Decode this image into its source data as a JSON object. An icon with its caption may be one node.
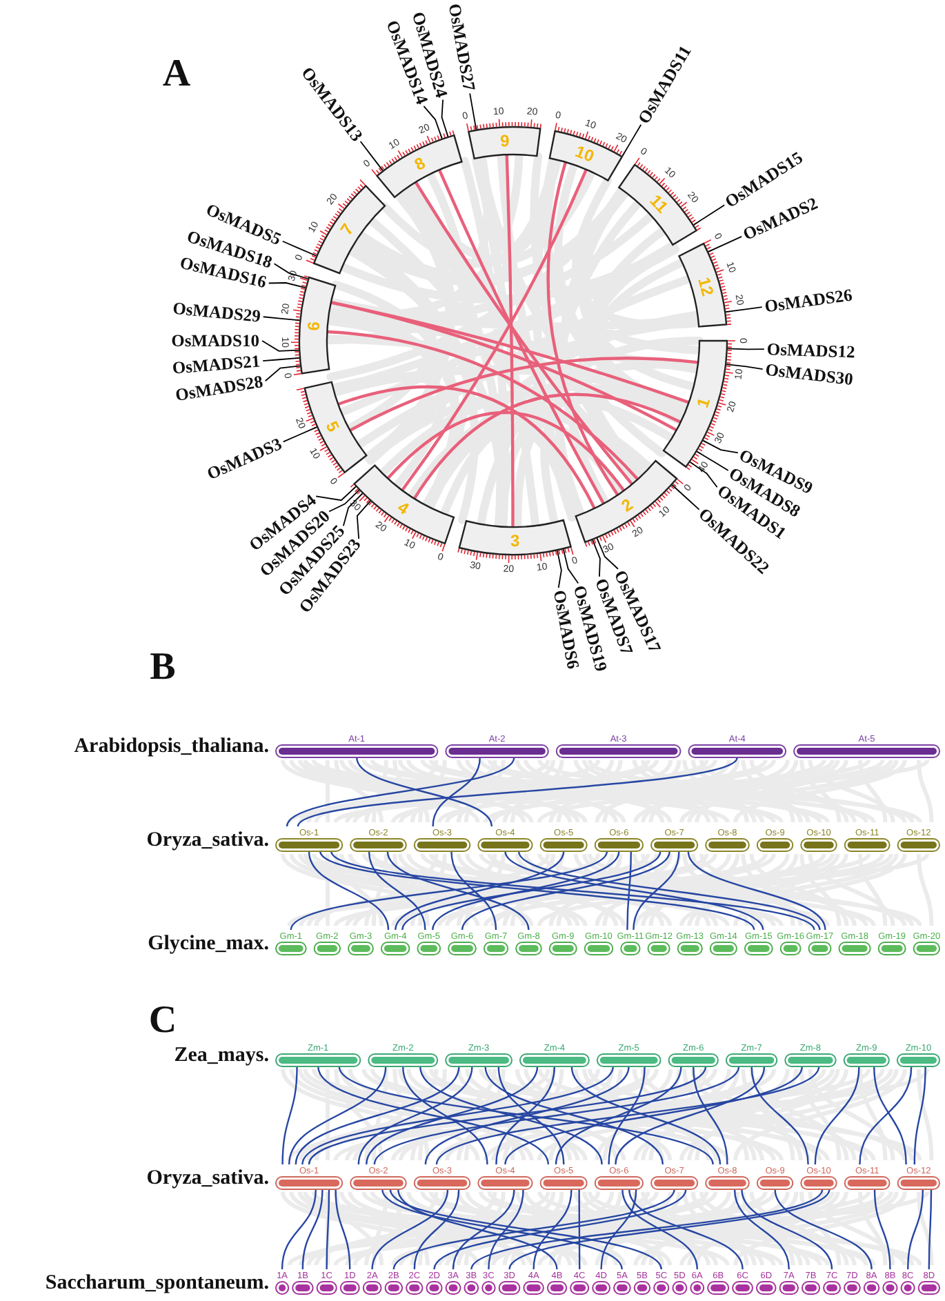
{
  "diagram": {
    "nodes": [
      {
        "text": [
          "1"
        ],
        "beside": [
          "0",
          "10",
          "20",
          "30",
          "40"
        ]
      },
      {
        "text": [
          "2"
        ],
        "beside": [
          "0",
          "10",
          "20",
          "30"
        ]
      },
      {
        "text": [
          "3"
        ],
        "beside": [
          "0",
          "10",
          "20",
          "30"
        ]
      },
      {
        "text": [
          "4"
        ],
        "beside": [
          "0",
          "10",
          "20",
          "30"
        ]
      },
      {
        "text": [
          "5"
        ],
        "beside": [
          "0",
          "10",
          "20"
        ]
      },
      {
        "text": [
          "6"
        ],
        "beside": [
          "0",
          "10",
          "20",
          "30"
        ]
      },
      {
        "text": [
          "7"
        ],
        "beside": [
          "0",
          "10",
          "20"
        ]
      },
      {
        "text": [
          "8"
        ],
        "beside": [
          "0",
          "10",
          "20"
        ]
      },
      {
        "text": [
          "9"
        ],
        "beside": [
          "0",
          "10",
          "20"
        ]
      },
      {
        "text": [
          "10"
        ],
        "beside": [
          "0",
          "10",
          "20"
        ]
      },
      {
        "text": [
          "11"
        ],
        "beside": [
          "0",
          "10",
          "20"
        ]
      },
      {
        "text": [
          "12"
        ],
        "beside": [
          "0",
          "10",
          "20"
        ]
      },
      {
        "text": [
          "OsMADS27"
        ]
      },
      {
        "text": [
          "OsMADS24"
        ]
      },
      {
        "text": [
          "OsMADS14"
        ]
      },
      {
        "text": [
          "OsMADS11"
        ]
      },
      {
        "text": [
          "OsMADS13"
        ]
      },
      {
        "text": [
          "OsMADS15"
        ]
      },
      {
        "text": [
          "OsMADS2"
        ]
      },
      {
        "text": [
          "OsMADS26"
        ]
      },
      {
        "text": [
          "OsMADS5"
        ]
      },
      {
        "text": [
          "OsMADS18"
        ]
      },
      {
        "text": [
          "OsMADS16"
        ]
      },
      {
        "text": [
          "OsMADS29"
        ]
      },
      {
        "text": [
          "OsMADS12"
        ]
      },
      {
        "text": [
          "OsMADS10"
        ]
      },
      {
        "text": [
          "OsMADS30"
        ]
      },
      {
        "text": [
          "OsMADS21"
        ]
      },
      {
        "text": [
          "OsMADS28"
        ]
      },
      {
        "text": [
          "OsMADS3"
        ]
      },
      {
        "text": [
          "OsMADS9"
        ]
      },
      {
        "text": [
          "OsMADS8"
        ]
      },
      {
        "text": [
          "OsMADS1"
        ]
      },
      {
        "text": [
          "OsMADS22"
        ]
      },
      {
        "text": [
          "OsMADS4"
        ]
      },
      {
        "text": [
          "OsMADS20"
        ]
      },
      {
        "text": [
          "OsMADS25"
        ]
      },
      {
        "text": [
          "OsMADS23"
        ]
      },
      {
        "text": [
          "OsMADS7"
        ]
      },
      {
        "text": [
          "OsMADS17"
        ]
      },
      {
        "text": [
          "OsMADS19"
        ]
      },
      {
        "text": [
          "OsMADS6"
        ]
      },
      {
        "text": [
          "At-1"
        ]
      },
      {
        "text": [
          "At-2"
        ]
      },
      {
        "text": [
          "At-3"
        ]
      },
      {
        "text": [
          "At-4"
        ]
      },
      {
        "text": [
          "At-5"
        ]
      },
      {
        "text": [
          "Os-1"
        ]
      },
      {
        "text": [
          "Os-2"
        ]
      },
      {
        "text": [
          "Os-3"
        ]
      },
      {
        "text": [
          "Os-4"
        ]
      },
      {
        "text": [
          "Os-5"
        ]
      },
      {
        "text": [
          "Os-6"
        ]
      },
      {
        "text": [
          "Os-7"
        ]
      },
      {
        "text": [
          "Os-8"
        ]
      },
      {
        "text": [
          "Os-9"
        ]
      },
      {
        "text": [
          "Os-10"
        ]
      },
      {
        "text": [
          "Os-11"
        ]
      },
      {
        "text": [
          "Os-12"
        ]
      },
      {
        "text": [
          "Gm-1"
        ]
      },
      {
        "text": [
          "Gm-2"
        ]
      },
      {
        "text": [
          "Gm-3"
        ]
      },
      {
        "text": [
          "Gm-4"
        ]
      },
      {
        "text": [
          "Gm-5"
        ]
      },
      {
        "text": [
          "Gm-6"
        ]
      },
      {
        "text": [
          "Gm-7"
        ]
      },
      {
        "text": [
          "Gm-8"
        ]
      },
      {
        "text": [
          "Gm-9"
        ]
      },
      {
        "text": [
          "Gm-10"
        ]
      },
      {
        "text": [
          "Gm-11"
        ]
      },
      {
        "text": [
          "Gm-12"
        ]
      },
      {
        "text": [
          "Gm-13"
        ]
      },
      {
        "text": [
          "Gm-14"
        ]
      },
      {
        "text": [
          "Gm-15"
        ]
      },
      {
        "text": [
          "Gm-16"
        ]
      },
      {
        "text": [
          "Gm-17"
        ]
      },
      {
        "text": [
          "Gm-18"
        ]
      },
      {
        "text": [
          "Gm-19"
        ]
      },
      {
        "text": [
          "Gm-20"
        ]
      },
      {
        "text": [
          "Zm-1"
        ]
      },
      {
        "text": [
          "Zm-2"
        ]
      },
      {
        "text": [
          "Zm-3"
        ]
      },
      {
        "text": [
          "Zm-4"
        ]
      },
      {
        "text": [
          "Zm-5"
        ]
      },
      {
        "text": [
          "Zm-6"
        ]
      },
      {
        "text": [
          "Zm-7"
        ]
      },
      {
        "text": [
          "Zm-8"
        ]
      },
      {
        "text": [
          "Zm-9"
        ]
      },
      {
        "text": [
          "Zm-10"
        ]
      },
      {
        "text": [
          "Os-1"
        ]
      },
      {
        "text": [
          "Os-2"
        ]
      },
      {
        "text": [
          "Os-3"
        ]
      },
      {
        "text": [
          "Os-4"
        ]
      },
      {
        "text": [
          "Os-5"
        ]
      },
      {
        "text": [
          "Os-6"
        ]
      },
      {
        "text": [
          "Os-7"
        ]
      },
      {
        "text": [
          "Os-8"
        ]
      },
      {
        "text": [
          "Os-9"
        ]
      },
      {
        "text": [
          "Os-10"
        ]
      },
      {
        "text": [
          "Os-11"
        ]
      },
      {
        "text": [
          "Os-12"
        ]
      },
      {
        "text": [
          "1A"
        ]
      },
      {
        "text": [
          "1B"
        ]
      },
      {
        "text": [
          "1C"
        ]
      },
      {
        "text": [
          "1D"
        ]
      },
      {
        "text": [
          "2A"
        ]
      },
      {
        "text": [
          "2B"
        ]
      },
      {
        "text": [
          "2C"
        ]
      },
      {
        "text": [
          "2D"
        ]
      },
      {
        "text": [
          "3A"
        ]
      },
      {
        "text": [
          "3B"
        ]
      },
      {
        "text": [
          "3C"
        ]
      },
      {
        "text": [
          "3D"
        ]
      },
      {
        "text": [
          "4A"
        ]
      },
      {
        "text": [
          "4B"
        ]
      },
      {
        "text": [
          "4C"
        ]
      },
      {
        "text": [
          "4D"
        ]
      },
      {
        "text": [
          "5A"
        ]
      },
      {
        "text": [
          "5B"
        ]
      },
      {
        "text": [
          "5C"
        ]
      },
      {
        "text": [
          "5D"
        ]
      },
      {
        "text": [
          "6A"
        ]
      },
      {
        "text": [
          "6B"
        ]
      },
      {
        "text": [
          "6C"
        ]
      },
      {
        "text": [
          "6D"
        ]
      },
      {
        "text": [
          "7A"
        ]
      },
      {
        "text": [
          "7B"
        ]
      },
      {
        "text": [
          "7C"
        ]
      },
      {
        "text": [
          "7D"
        ]
      },
      {
        "text": [
          "8A"
        ]
      },
      {
        "text": [
          "8B"
        ]
      },
      {
        "text": [
          "8C"
        ]
      },
      {
        "text": [
          "8D"
        ]
      }
    ],
    "edges": [
      {
        "from": 12,
        "to": 8,
        "arrow": "none",
        "color": "#000000"
      },
      {
        "from": 13,
        "to": 7,
        "arrow": "none",
        "color": "#000000"
      },
      {
        "from": 14,
        "to": 7,
        "arrow": "none",
        "color": "#000000"
      },
      {
        "from": 15,
        "to": 9,
        "arrow": "none",
        "color": "#000000"
      },
      {
        "from": 16,
        "to": 7,
        "arrow": "none",
        "color": "#000000"
      },
      {
        "from": 17,
        "to": 10,
        "arrow": "none",
        "color": "#000000"
      },
      {
        "from": 18,
        "to": 11,
        "arrow": "none",
        "color": "#000000"
      },
      {
        "from": 19,
        "to": 11,
        "arrow": "none",
        "color": "#000000"
      },
      {
        "from": 20,
        "to": 6,
        "arrow": "none",
        "color": "#000000"
      },
      {
        "from": 21,
        "to": 5,
        "arrow": "none",
        "color": "#000000"
      },
      {
        "from": 22,
        "to": 5,
        "arrow": "none",
        "color": "#000000"
      },
      {
        "from": 23,
        "to": 5,
        "arrow": "none",
        "color": "#000000"
      },
      {
        "from": 24,
        "to": 0,
        "arrow": "none",
        "color": "#000000"
      },
      {
        "from": 25,
        "to": 5,
        "arrow": "none",
        "color": "#000000"
      },
      {
        "from": 26,
        "to": 0,
        "arrow": "none",
        "color": "#000000"
      },
      {
        "from": 27,
        "to": 5,
        "arrow": "none",
        "color": "#000000"
      },
      {
        "from": 28,
        "to": 5,
        "arrow": "none",
        "color": "#000000"
      },
      {
        "from": 29,
        "to": 4,
        "arrow": "none",
        "color": "#000000"
      },
      {
        "from": 30,
        "to": 0,
        "arrow": "none",
        "color": "#000000"
      },
      {
        "from": 31,
        "to": 0,
        "arrow": "none",
        "color": "#000000"
      },
      {
        "from": 32,
        "to": 0,
        "arrow": "none",
        "color": "#000000"
      },
      {
        "from": 33,
        "to": 1,
        "arrow": "none",
        "color": "#000000"
      },
      {
        "from": 34,
        "to": 3,
        "arrow": "none",
        "color": "#000000"
      },
      {
        "from": 35,
        "to": 3,
        "arrow": "none",
        "color": "#000000"
      },
      {
        "from": 36,
        "to": 3,
        "arrow": "none",
        "color": "#000000"
      },
      {
        "from": 37,
        "to": 3,
        "arrow": "none",
        "color": "#000000"
      },
      {
        "from": 38,
        "to": 1,
        "arrow": "none",
        "color": "#000000"
      },
      {
        "from": 39,
        "to": 1,
        "arrow": "none",
        "color": "#000000"
      },
      {
        "from": 40,
        "to": 2,
        "arrow": "none",
        "color": "#000000"
      },
      {
        "from": 41,
        "to": 2,
        "arrow": "none",
        "color": "#000000"
      },
      {
        "from": 7,
        "to": 1,
        "arrow": "none",
        "color": "#e8607a"
      },
      {
        "from": 7,
        "to": 1,
        "arrow": "none",
        "color": "#e8607a"
      },
      {
        "from": 8,
        "to": 2,
        "arrow": "none",
        "color": "#e8607a"
      },
      {
        "from": 9,
        "to": 3,
        "arrow": "none",
        "color": "#e8607a"
      },
      {
        "from": 9,
        "to": 1,
        "arrow": "none",
        "color": "#e8607a"
      },
      {
        "from": 5,
        "to": 0,
        "arrow": "none",
        "color": "#e8607a"
      },
      {
        "from": 5,
        "to": 1,
        "arrow": "none",
        "color": "#e8607a"
      },
      {
        "from": 5,
        "to": 0,
        "arrow": "none",
        "color": "#e8607a"
      },
      {
        "from": 4,
        "to": 0,
        "arrow": "none",
        "color": "#e8607a"
      },
      {
        "from": 4,
        "to": 1,
        "arrow": "none",
        "color": "#e8607a"
      },
      {
        "from": 3,
        "to": 1,
        "arrow": "none",
        "color": "#e8607a"
      },
      {
        "from": 3,
        "to": 0,
        "arrow": "none",
        "color": "#e8607a"
      },
      {
        "from": 42,
        "to": 50,
        "arrow": "none"
      },
      {
        "from": 43,
        "to": 49,
        "arrow": "none"
      },
      {
        "from": 43,
        "to": 47,
        "arrow": "none"
      },
      {
        "from": 45,
        "to": 47,
        "arrow": "none"
      },
      {
        "from": 47,
        "to": 62,
        "arrow": "none"
      },
      {
        "from": 47,
        "to": 73,
        "arrow": "none"
      },
      {
        "from": 47,
        "to": 75,
        "arrow": "none"
      },
      {
        "from": 48,
        "to": 63,
        "arrow": "none"
      },
      {
        "from": 48,
        "to": 66,
        "arrow": "none"
      },
      {
        "from": 49,
        "to": 65,
        "arrow": "none"
      },
      {
        "from": 50,
        "to": 73,
        "arrow": "none"
      },
      {
        "from": 50,
        "to": 75,
        "arrow": "none"
      },
      {
        "from": 51,
        "to": 62,
        "arrow": "none"
      },
      {
        "from": 52,
        "to": 59,
        "arrow": "none"
      },
      {
        "from": 52,
        "to": 63,
        "arrow": "none"
      },
      {
        "from": 52,
        "to": 69,
        "arrow": "none"
      },
      {
        "from": 53,
        "to": 62,
        "arrow": "none"
      },
      {
        "from": 53,
        "to": 64,
        "arrow": "none"
      },
      {
        "from": 53,
        "to": 69,
        "arrow": "none"
      },
      {
        "from": 53,
        "to": 75,
        "arrow": "none"
      },
      {
        "from": 79,
        "to": 89,
        "arrow": "none"
      },
      {
        "from": 79,
        "to": 93,
        "arrow": "none"
      },
      {
        "from": 79,
        "to": 96,
        "arrow": "none"
      },
      {
        "from": 80,
        "to": 89,
        "arrow": "none"
      },
      {
        "from": 80,
        "to": 92,
        "arrow": "none"
      },
      {
        "from": 80,
        "to": 94,
        "arrow": "none"
      },
      {
        "from": 81,
        "to": 89,
        "arrow": "none"
      },
      {
        "from": 81,
        "to": 90,
        "arrow": "none"
      },
      {
        "from": 81,
        "to": 95,
        "arrow": "none"
      },
      {
        "from": 82,
        "to": 90,
        "arrow": "none"
      },
      {
        "from": 82,
        "to": 92,
        "arrow": "none"
      },
      {
        "from": 82,
        "to": 96,
        "arrow": "none"
      },
      {
        "from": 83,
        "to": 89,
        "arrow": "none"
      },
      {
        "from": 83,
        "to": 91,
        "arrow": "none"
      },
      {
        "from": 83,
        "to": 94,
        "arrow": "none"
      },
      {
        "from": 84,
        "to": 93,
        "arrow": "none"
      },
      {
        "from": 84,
        "to": 96,
        "arrow": "none"
      },
      {
        "from": 85,
        "to": 90,
        "arrow": "none"
      },
      {
        "from": 85,
        "to": 98,
        "arrow": "none"
      },
      {
        "from": 86,
        "to": 92,
        "arrow": "none"
      },
      {
        "from": 86,
        "to": 91,
        "arrow": "none"
      },
      {
        "from": 87,
        "to": 98,
        "arrow": "none"
      },
      {
        "from": 87,
        "to": 100,
        "arrow": "none"
      },
      {
        "from": 88,
        "to": 99,
        "arrow": "none"
      },
      {
        "from": 88,
        "to": 100,
        "arrow": "none"
      },
      {
        "from": 81,
        "to": 93,
        "arrow": "none"
      },
      {
        "from": 84,
        "to": 89,
        "arrow": "none"
      },
      {
        "from": 85,
        "to": 94,
        "arrow": "none"
      },
      {
        "from": 89,
        "to": 101,
        "arrow": "none"
      },
      {
        "from": 89,
        "to": 102,
        "arrow": "none"
      },
      {
        "from": 89,
        "to": 103,
        "arrow": "none"
      },
      {
        "from": 89,
        "to": 104,
        "arrow": "none"
      },
      {
        "from": 90,
        "to": 117,
        "arrow": "none"
      },
      {
        "from": 90,
        "to": 119,
        "arrow": "none"
      },
      {
        "from": 91,
        "to": 105,
        "arrow": "none"
      },
      {
        "from": 91,
        "to": 107,
        "arrow": "none"
      },
      {
        "from": 92,
        "to": 109,
        "arrow": "none"
      },
      {
        "from": 92,
        "to": 111,
        "arrow": "none"
      },
      {
        "from": 93,
        "to": 113,
        "arrow": "none"
      },
      {
        "from": 93,
        "to": 115,
        "arrow": "none"
      },
      {
        "from": 94,
        "to": 121,
        "arrow": "none"
      },
      {
        "from": 94,
        "to": 123,
        "arrow": "none"
      },
      {
        "from": 95,
        "to": 106,
        "arrow": "none"
      },
      {
        "from": 95,
        "to": 108,
        "arrow": "none"
      },
      {
        "from": 96,
        "to": 125,
        "arrow": "none"
      },
      {
        "from": 96,
        "to": 127,
        "arrow": "none"
      },
      {
        "from": 97,
        "to": 129,
        "arrow": "none"
      },
      {
        "from": 98,
        "to": 110,
        "arrow": "none"
      },
      {
        "from": 98,
        "to": 112,
        "arrow": "none"
      },
      {
        "from": 99,
        "to": 130,
        "arrow": "none"
      },
      {
        "from": 100,
        "to": 131,
        "arrow": "none"
      },
      {
        "from": 100,
        "to": 132,
        "arrow": "none"
      },
      {
        "from": 90,
        "to": 114,
        "arrow": "none"
      },
      {
        "from": 94,
        "to": 116,
        "arrow": "none"
      }
    ],
    "labels": [
      "A",
      "B",
      "C",
      "Arabidopsis_thaliana.",
      "Oryza_sativa.",
      "Glycine_max.",
      "Zea_mays.",
      "Oryza_sativa.",
      "Saccharum_spontaneum."
    ]
  }
}
